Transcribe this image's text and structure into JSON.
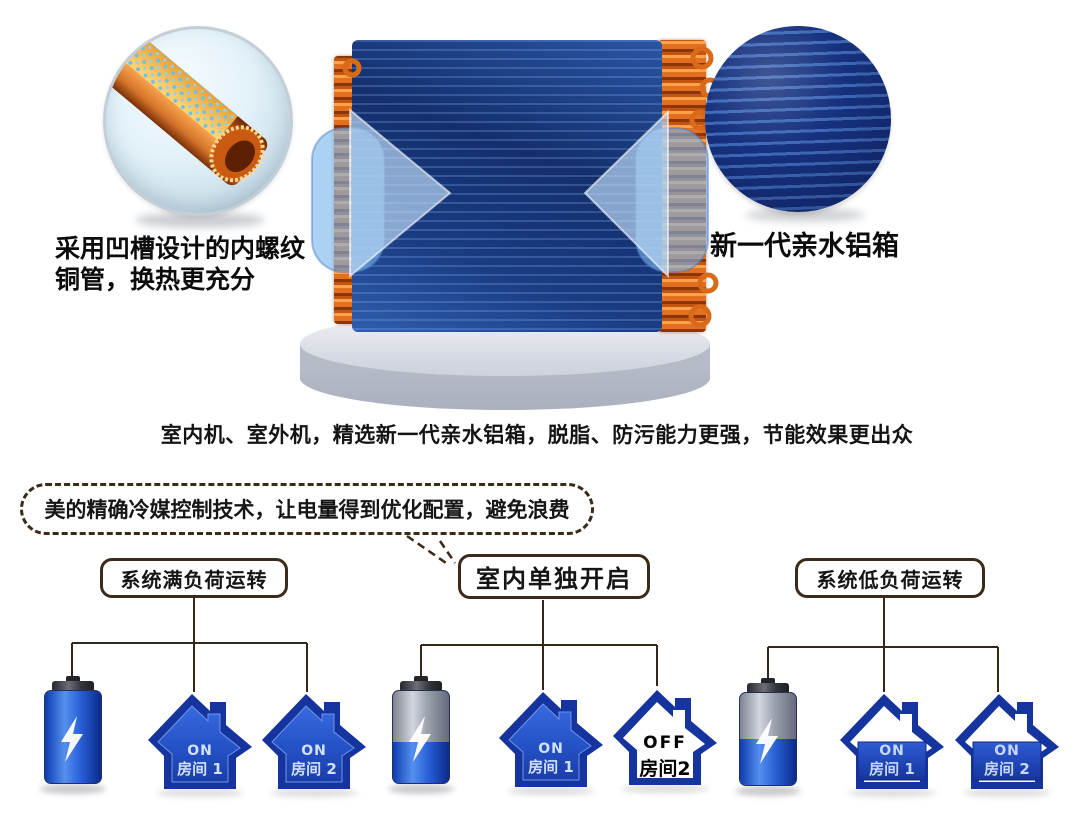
{
  "illustration": {
    "left_note_line1": "采用凹槽设计的内螺纹",
    "left_note_line2": "铜管，换热更充分",
    "right_note": "新一代亲水铝箱",
    "caption": "室内机、室外机，精选新一代亲水铝箱，脱脂、防污能力更强，节能效果更出众"
  },
  "bubble": {
    "text": "美的精确冷媒控制技术，让电量得到优化配置，避免浪费"
  },
  "scenarios": [
    {
      "label": "系统满负荷运转",
      "battery_percent": 100,
      "houses": [
        {
          "status": "ON",
          "room": "房间 1",
          "mode": "on"
        },
        {
          "status": "ON",
          "room": "房间 2",
          "mode": "on"
        }
      ]
    },
    {
      "label": "室内单独开启",
      "battery_percent": 45,
      "houses": [
        {
          "status": "ON",
          "room": "房间 1",
          "mode": "on"
        },
        {
          "status": "OFF",
          "room": "房间2",
          "mode": "off"
        }
      ]
    },
    {
      "label": "系统低负荷运转",
      "battery_percent": 50,
      "houses": [
        {
          "status": "ON",
          "room": "房间 1",
          "mode": "low"
        },
        {
          "status": "ON",
          "room": "房间 2",
          "mode": "low"
        }
      ]
    }
  ],
  "colors": {
    "house_blue": "#16349e",
    "house_panel_blue": "#2b5ad0",
    "off_house_white": "#ffffff",
    "connector_brown": "#35281a",
    "copper_orange": "#e2701e",
    "fin_navy": "#16317e",
    "battery_blue": "#1a4fd0",
    "pedestal_gray": "#c9ced8"
  }
}
